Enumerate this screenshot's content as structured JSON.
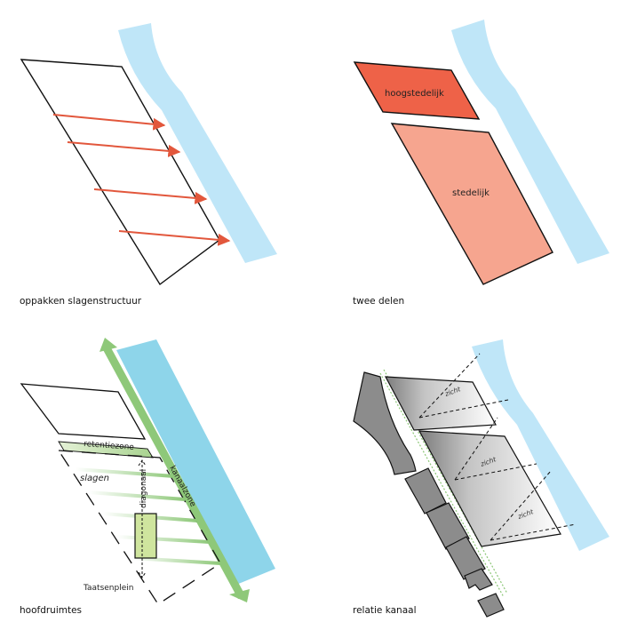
{
  "colors": {
    "water_light": "#bfe6f8",
    "water_blue": "#8ed5ea",
    "arrow_red": "#e2573c",
    "hoogstedelijk_fill": "#ee6248",
    "stedelijk_fill": "#f6a58f",
    "green": "#8ec879",
    "green_light": "#cde3b0",
    "building_gray": "#8c8c8c",
    "outline": "#111111"
  },
  "panels": {
    "top_left": {
      "caption": "oppakken slagenstructuur"
    },
    "top_right": {
      "caption": "twee delen",
      "zone_upper": "hoogstedelijk",
      "zone_lower": "stedelijk"
    },
    "bottom_left": {
      "caption": "hoofdruimtes",
      "retentiezone": "retentiezone",
      "kanaalzone": "kanaalzone",
      "slagen": "slagen",
      "diagonaal": "diagonaal",
      "plein": "Taatsenplein"
    },
    "bottom_right": {
      "caption": "relatie kanaal",
      "zicht_labels": [
        "zicht",
        "zicht",
        "zicht"
      ]
    }
  }
}
